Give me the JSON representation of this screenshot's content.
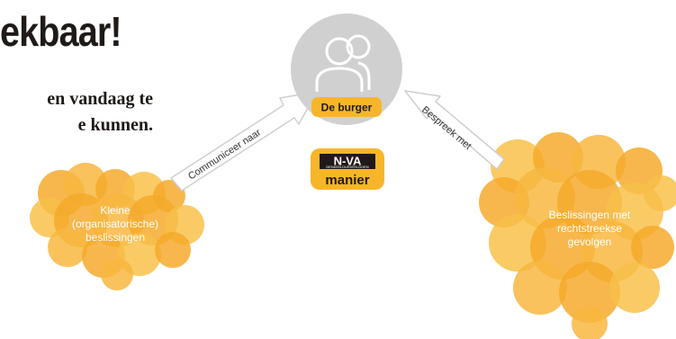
{
  "headline": "ekbaar!",
  "subtext": {
    "line1": "en vandaag te",
    "line2": "e kunnen."
  },
  "center_node": {
    "label": "De burger",
    "icon": "people-icon"
  },
  "arrows": {
    "left_label": "Communiceer naar",
    "right_label": "Bespreek met"
  },
  "party": {
    "logo_text": "N-VA",
    "logo_subtext": "DENKEN.DURVEN.DOEN",
    "label": "manier"
  },
  "left_cluster": {
    "line1": "Kleine",
    "line2": "(organisatorische)",
    "line3": "beslissingen"
  },
  "right_cluster": {
    "line1": "Beslissingen met",
    "line2": "rechtstreekse",
    "line3": "gevolgen"
  },
  "colors": {
    "bubble": "#f5a31a",
    "bubble_light": "#f9c24a",
    "badge": "#f7b62a",
    "center_circle": "#d0d0d0",
    "arrow_fill": "#ffffff",
    "arrow_stroke": "#cfcfcf"
  }
}
